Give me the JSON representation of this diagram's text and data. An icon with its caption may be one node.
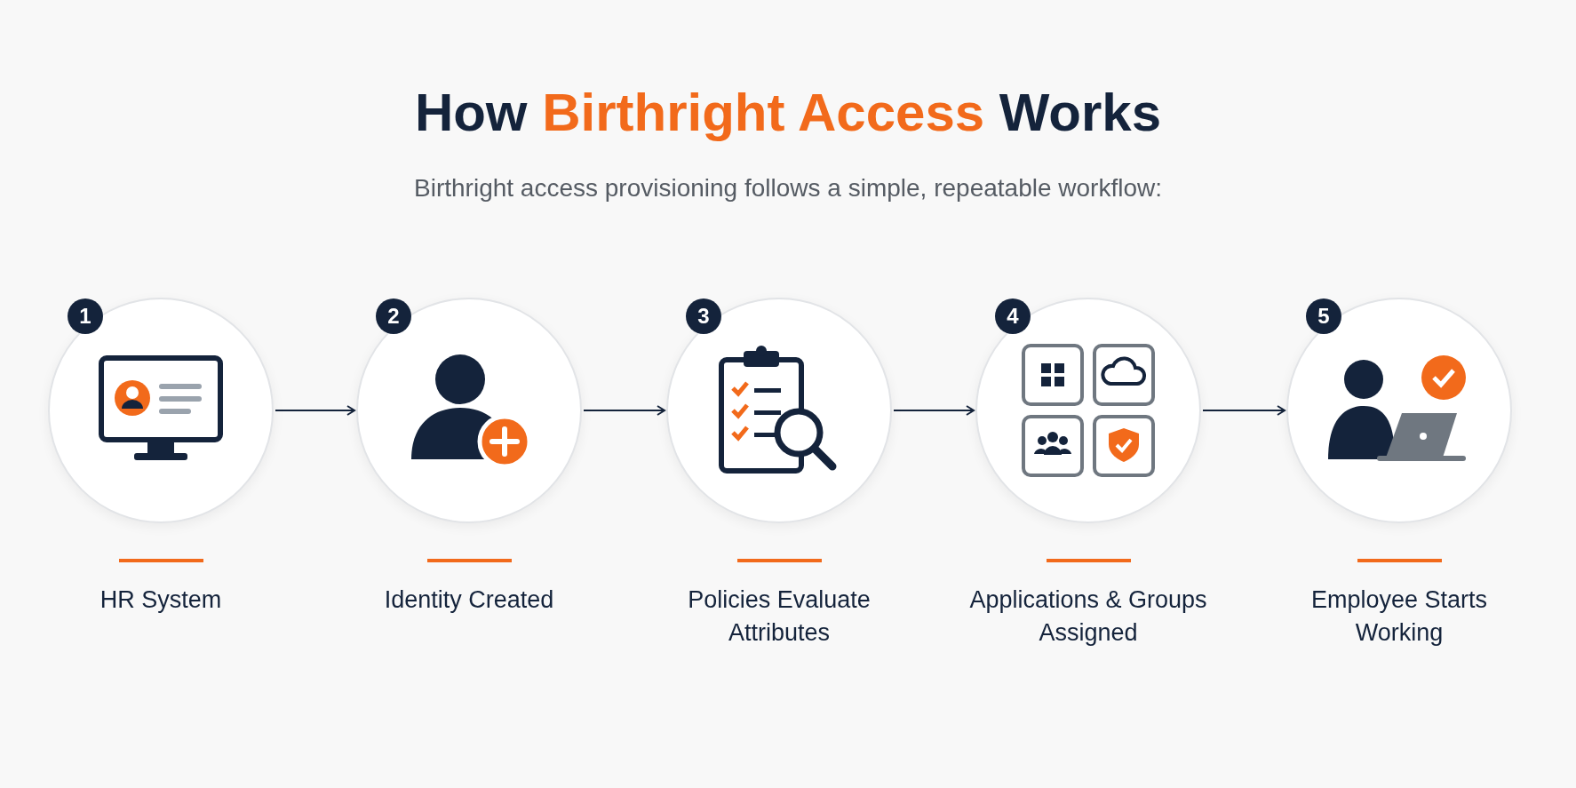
{
  "diagram": {
    "title": "How **Birthright Access** Works",
    "caption": "Birthright access provisioning follows a simple, repeatable workflow:",
    "nodes": [
      {
        "text": [
          "1",
          "HR System"
        ]
      },
      {
        "text": [
          "2",
          "Identity Created"
        ]
      },
      {
        "text": [
          "3",
          "Policies Evaluate Attributes"
        ]
      },
      {
        "text": [
          "4",
          "Applications & Groups Assigned"
        ]
      },
      {
        "text": [
          "5",
          "Employee Starts Working"
        ]
      }
    ],
    "edges": [
      {
        "from": 0,
        "to": 1,
        "arrow": "to"
      },
      {
        "from": 1,
        "to": 2,
        "arrow": "to"
      },
      {
        "from": 2,
        "to": 3,
        "arrow": "to"
      },
      {
        "from": 3,
        "to": 4,
        "arrow": "to"
      }
    ]
  }
}
